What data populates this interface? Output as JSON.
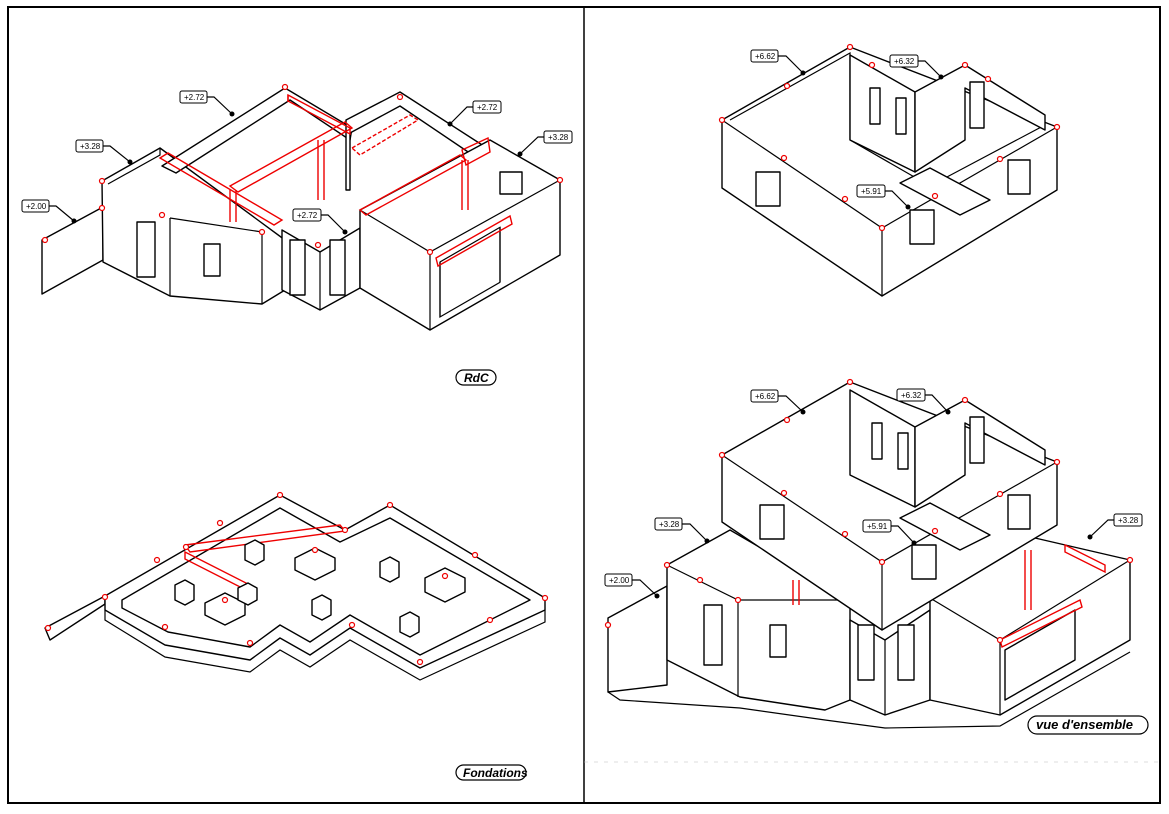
{
  "views": {
    "rdc": {
      "label": "RdC",
      "elevations": [
        "+2.72",
        "+3.28",
        "+2.00",
        "+2.72",
        "+3.28",
        "+2.72"
      ]
    },
    "fondations": {
      "label": "Fondations"
    },
    "etage": {
      "elevations": [
        "+6.62",
        "+6.32",
        "+5.91"
      ]
    },
    "ensemble": {
      "label": "vue d'ensemble",
      "elevations": [
        "+6.62",
        "+6.32",
        "+5.91",
        "+3.28",
        "+2.00",
        "+3.28"
      ]
    }
  },
  "colors": {
    "lines": "#000000",
    "structure": "#e00000",
    "background": "#ffffff"
  }
}
